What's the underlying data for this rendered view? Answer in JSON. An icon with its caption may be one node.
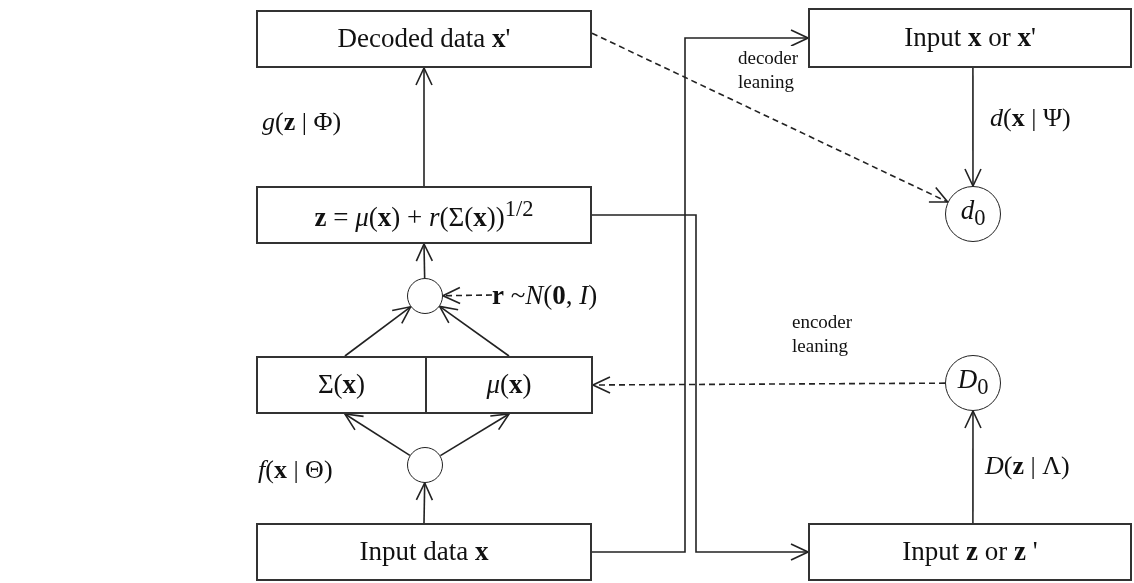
{
  "diagram": {
    "nodes": [
      {
        "text": [
          "Decoded data **x**'"
        ]
      },
      {
        "text": [
          "**z** = *μ*(**x**) + *r*(Σ(**x**))$^{1/2}$"
        ]
      },
      {
        "text": [],
        "shape": "circle"
      },
      {
        "text": [
          "**r** ~*N*(**0**, *I*)"
        ]
      },
      {
        "text": [
          "Σ(**x**)"
        ]
      },
      {
        "text": [
          "*μ*(**x**)"
        ]
      },
      {
        "text": [],
        "shape": "circle"
      },
      {
        "text": [
          "Input data **x**"
        ]
      },
      {
        "text": [
          "Input **x** or **x**'"
        ]
      },
      {
        "text": [
          "*d*$_{0}$"
        ]
      },
      {
        "text": [
          "*D*$_{0}$"
        ]
      },
      {
        "text": [
          "Input **z** or **z** '"
        ]
      }
    ],
    "edges": [
      {
        "from": 1,
        "to": 0,
        "arrow": "to",
        "label": "*g*(**z** | Φ)"
      },
      {
        "from": 2,
        "to": 1,
        "arrow": "to"
      },
      {
        "from": 3,
        "to": 2,
        "arrow": "to",
        "style": "dashed"
      },
      {
        "from": 4,
        "to": 2,
        "arrow": "to"
      },
      {
        "from": 5,
        "to": 2,
        "arrow": "to"
      },
      {
        "from": 6,
        "to": 4,
        "arrow": "to"
      },
      {
        "from": 6,
        "to": 5,
        "arrow": "to"
      },
      {
        "from": 7,
        "to": 6,
        "arrow": "to",
        "label": "*f*(**x** | Θ)"
      },
      {
        "from": 7,
        "to": 8,
        "arrow": "to"
      },
      {
        "from": 1,
        "to": 11,
        "arrow": "to"
      },
      {
        "from": 0,
        "to": 9,
        "arrow": "to",
        "style": "dashed",
        "label": "decoder leaning"
      },
      {
        "from": 8,
        "to": 9,
        "arrow": "to",
        "label": "*d*(**x** | Ψ)"
      },
      {
        "from": 10,
        "to": 5,
        "arrow": "to",
        "style": "dashed",
        "label": "encoder leaning"
      },
      {
        "from": 11,
        "to": 10,
        "arrow": "to",
        "label": "*D*(**z** | Λ)"
      }
    ]
  }
}
